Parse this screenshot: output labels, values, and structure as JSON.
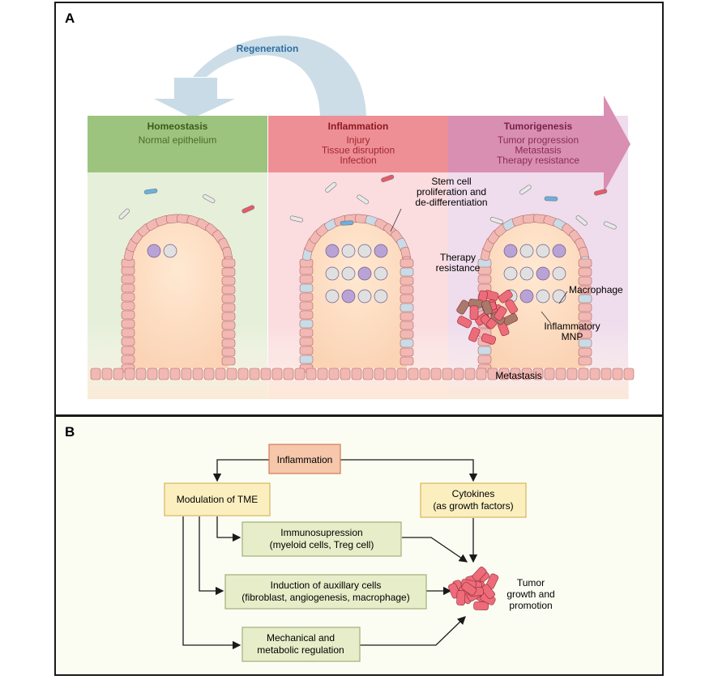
{
  "panel_a": {
    "letter": "A",
    "regeneration": "Regeneration",
    "stages": [
      {
        "title": "Homeostasis",
        "lines": [
          "Normal epithelium"
        ],
        "color": "#9cc47e",
        "bg": "#e6efd9",
        "title_color": "#3d5a1a",
        "text_color": "#4d6b2a"
      },
      {
        "title": "Inflammation",
        "lines": [
          "Injury",
          "Tissue disruption",
          "Infection"
        ],
        "color": "#ee8f95",
        "bg": "#fbdcdf",
        "title_color": "#8b1a22",
        "text_color": "#a0282f"
      },
      {
        "title": "Tumorigenesis",
        "lines": [
          "Tumor progression",
          "Metastasis",
          "Therapy resistance"
        ],
        "color": "#d88fb2",
        "bg": "#efdcec",
        "title_color": "#7a1f4c",
        "text_color": "#8c2a5a"
      }
    ],
    "annotations": {
      "stem_cell": [
        "Stem cell",
        "proliferation and",
        "de-differentiation"
      ],
      "therapy": [
        "Therapy",
        "resistance"
      ],
      "macrophage": "Macrophage",
      "mnp": [
        "Inflammatory",
        "MNP"
      ],
      "metastasis": "Metastasis"
    }
  },
  "panel_b": {
    "letter": "B",
    "nodes": {
      "inflammation": "Inflammation",
      "modulation": "Modulation of TME",
      "cytokines": [
        "Cytokines",
        "(as growth factors)"
      ],
      "immuno": [
        "Immunosupression",
        "(myeloid cells, Treg cell)"
      ],
      "induction": [
        "Induction of auxillary cells",
        "(fibroblast, angiogenesis, macrophage)"
      ],
      "mechanical": [
        "Mechanical and",
        "metabolic regulation"
      ],
      "tumor": [
        "Tumor",
        "growth and",
        "promotion"
      ]
    }
  },
  "colors": {
    "frame": "#1a1a1a",
    "panel_b_bg": "#fbfdf2",
    "box_fill": "#e6edc8",
    "box_stroke": "#9fb07a",
    "infl_fill": "#f6c7ab",
    "infl_stroke": "#d27a5a",
    "mod_fill": "#fbefc0",
    "mod_stroke": "#d8b65a",
    "regen": "#c9dbe6",
    "regen_text": "#2d6fa3",
    "cell": "#f2b8b4",
    "cell_stroke": "#b06a68",
    "tumor": "#ee6b7a"
  }
}
